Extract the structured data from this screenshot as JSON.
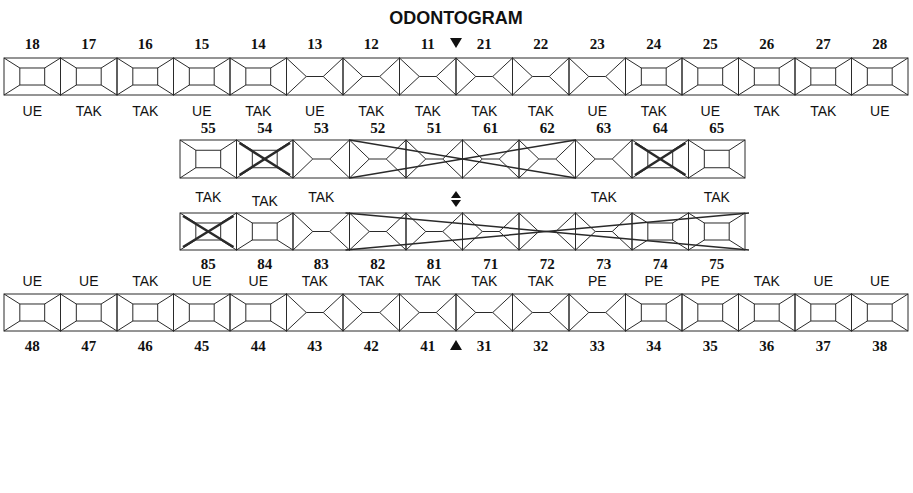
{
  "diagram": {
    "title": "ODONTOGRAM",
    "labels": [
      "18",
      "17",
      "16",
      "15",
      "14",
      "13",
      "12",
      "11",
      "21",
      "22",
      "23",
      "24",
      "25",
      "26",
      "27",
      "28",
      "UE",
      "TAK",
      "TAK",
      "UE",
      "TAK",
      "UE",
      "TAK",
      "TAK",
      "TAK",
      "TAK",
      "UE",
      "TAK",
      "UE",
      "TAK",
      "TAK",
      "UE",
      "55",
      "54",
      "53",
      "52",
      "51",
      "61",
      "62",
      "63",
      "64",
      "65",
      "TAK",
      "TAK",
      "TAK",
      "TAK",
      "TAK",
      "85",
      "84",
      "83",
      "82",
      "81",
      "71",
      "72",
      "73",
      "74",
      "75",
      "UE",
      "UE",
      "TAK",
      "UE",
      "UE",
      "TAK",
      "TAK",
      "TAK",
      "TAK",
      "TAK",
      "PE",
      "PE",
      "PE",
      "TAK",
      "UE",
      "UE",
      "48",
      "47",
      "46",
      "45",
      "44",
      "43",
      "42",
      "41",
      "31",
      "32",
      "33",
      "34",
      "35",
      "36",
      "37",
      "38"
    ]
  }
}
